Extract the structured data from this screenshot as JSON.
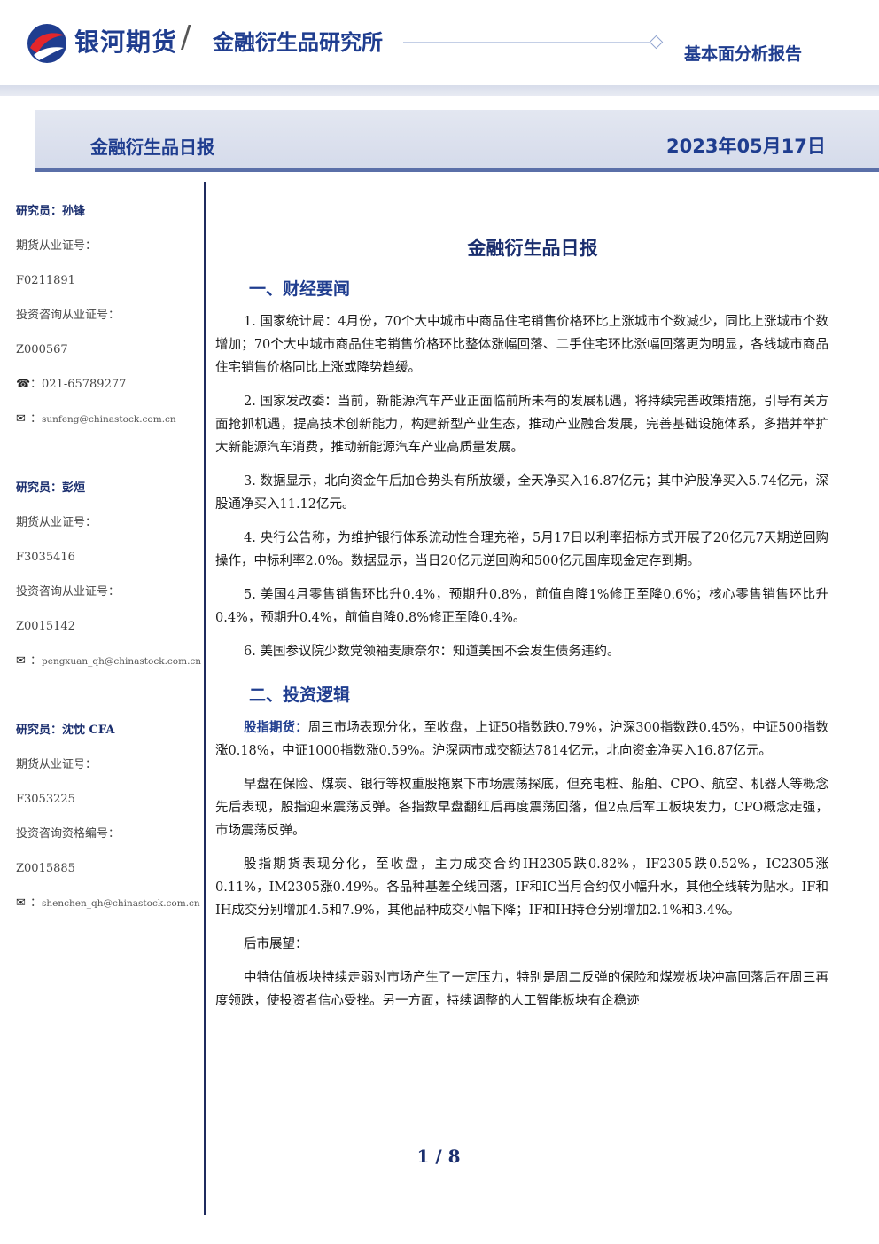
{
  "header": {
    "brand": "银河期货",
    "institute": "金融衍生品研究所",
    "report_type": "基本面分析报告",
    "brand_color": "#1f3d8f"
  },
  "band": {
    "title": "金融衍生品日报",
    "date": "2023年05月17日"
  },
  "sidebar": {
    "researchers": [
      {
        "name": "研究员：孙锋",
        "cert_label": "期货从业证号：",
        "cert": "F0211891",
        "advisor_label": "投资咨询从业证号：",
        "advisor": "Z000567",
        "phone": "021-65789277",
        "email": "sunfeng@chinastock.com.cn"
      },
      {
        "name": "研究员：彭烜",
        "cert_label": "期货从业证号：",
        "cert": "F3035416",
        "advisor_label": "投资咨询从业证号：",
        "advisor": "Z0015142",
        "email": "pengxuan_qh@chinastock.com.cn"
      },
      {
        "name": "研究员：沈忱 CFA",
        "cert_label": "期货从业证号：",
        "cert": "F3053225",
        "advisor_label": "投资咨询资格编号：",
        "advisor": "Z0015885",
        "email": "shenchen_qh@chinastock.com.cn"
      }
    ],
    "phone_icon": "telephone-icon",
    "email_icon": "envelope-icon"
  },
  "main": {
    "title": "金融衍生品日报",
    "section1": "一、财经要闻",
    "news": [
      "1. 国家统计局：4月份，70个大中城市中商品住宅销售价格环比上涨城市个数减少，同比上涨城市个数增加；70个大中城市商品住宅销售价格环比整体涨幅回落、二手住宅环比涨幅回落更为明显，各线城市商品住宅销售价格同比上涨或降势趋缓。",
      "2. 国家发改委：当前，新能源汽车产业正面临前所未有的发展机遇，将持续完善政策措施，引导有关方面抢抓机遇，提高技术创新能力，构建新型产业生态，推动产业融合发展，完善基础设施体系，多措并举扩大新能源汽车消费，推动新能源汽车产业高质量发展。",
      "3. 数据显示，北向资金午后加仓势头有所放缓，全天净买入16.87亿元；其中沪股净买入5.74亿元，深股通净买入11.12亿元。",
      "4. 央行公告称，为维护银行体系流动性合理充裕，5月17日以利率招标方式开展了20亿元7天期逆回购操作，中标利率2.0%。数据显示，当日20亿元逆回购和500亿元国库现金定存到期。",
      "5. 美国4月零售销售环比升0.4%，预期升0.8%，前值自降1%修正至降0.6%；核心零售销售环比升0.4%，预期升0.4%，前值自降0.8%修正至降0.4%。",
      "6. 美国参议院少数党领袖麦康奈尔：知道美国不会发生债务违约。"
    ],
    "section2": "二、投资逻辑",
    "logic_label": "股指期货：",
    "logic_first": "周三市场表现分化，至收盘，上证50指数跌0.79%，沪深300指数跌0.45%，中证500指数涨0.18%，中证1000指数涨0.59%。沪深两市成交额达7814亿元，北向资金净买入16.87亿元。",
    "logic": [
      "早盘在保险、煤炭、银行等权重股拖累下市场震荡探底，但充电桩、船舶、CPO、航空、机器人等概念先后表现，股指迎来震荡反弹。各指数早盘翻红后再度震荡回落，但2点后军工板块发力，CPO概念走强，市场震荡反弹。",
      "股指期货表现分化，至收盘，主力成交合约IH2305跌0.82%，IF2305跌0.52%，IC2305涨0.11%，IM2305涨0.49%。各品种基差全线回落，IF和IC当月合约仅小幅升水，其他全线转为贴水。IF和IH成交分别增加4.5和7.9%，其他品种成交小幅下降；IF和IH持仓分别增加2.1%和3.4%。",
      "后市展望：",
      "中特估值板块持续走弱对市场产生了一定压力，特别是周二反弹的保险和煤炭板块冲高回落后在周三再度领跌，使投资者信心受挫。另一方面，持续调整的人工智能板块有企稳迹"
    ]
  },
  "footer": {
    "page": "1 / 8"
  }
}
